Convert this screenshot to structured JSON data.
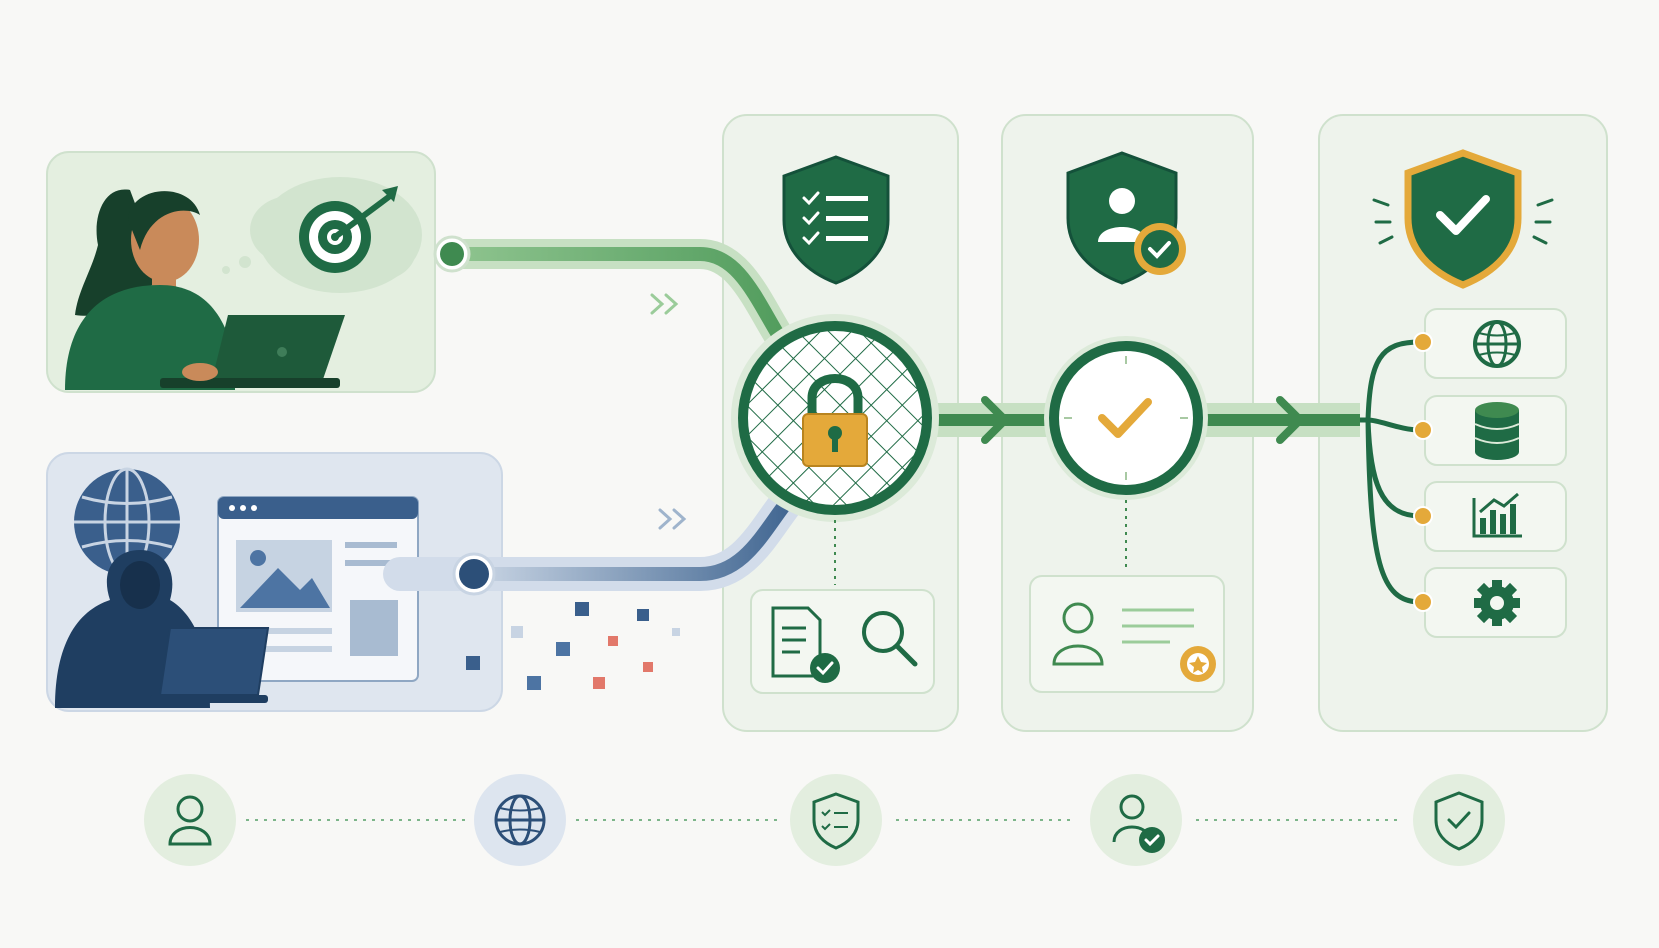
{
  "colors": {
    "background": "#f8f8f6",
    "green_dark": "#1f6b45",
    "green_mid": "#2f8a50",
    "green_light": "#dcead9",
    "green_pale": "#eef4ec",
    "blue_dark": "#2c4f78",
    "blue_mid": "#4d74a3",
    "blue_light": "#dfe6ef",
    "gold": "#e4a93a",
    "red": "#e2786a",
    "panel_border": "#cfe1cd"
  },
  "sources": {
    "legitimate_user": {
      "icons": [
        "woman-at-laptop-illustration",
        "target-icon",
        "thought-cloud"
      ]
    },
    "anonymous_user": {
      "icons": [
        "hooded-figure-illustration",
        "globe-icon",
        "web-page-window"
      ]
    }
  },
  "gate": {
    "icons": [
      "padlock-icon",
      "mesh-filter",
      "checklist-shield-icon",
      "document-check-icon",
      "magnifier-icon"
    ]
  },
  "verification": {
    "icons": [
      "user-shield-check-icon",
      "clock-check-icon",
      "profile-card-icon",
      "badge-star-icon"
    ]
  },
  "destination": {
    "icons": [
      "verified-shield-icon"
    ],
    "resources": [
      {
        "icon": "globe-icon"
      },
      {
        "icon": "database-icon"
      },
      {
        "icon": "analytics-chart-icon"
      },
      {
        "icon": "gear-icon"
      }
    ]
  },
  "timeline": {
    "steps": [
      {
        "icon": "user-icon",
        "tone": "green"
      },
      {
        "icon": "globe-icon",
        "tone": "blue"
      },
      {
        "icon": "checklist-shield-icon",
        "tone": "green"
      },
      {
        "icon": "user-check-icon",
        "tone": "green"
      },
      {
        "icon": "shield-check-icon",
        "tone": "green"
      }
    ]
  }
}
